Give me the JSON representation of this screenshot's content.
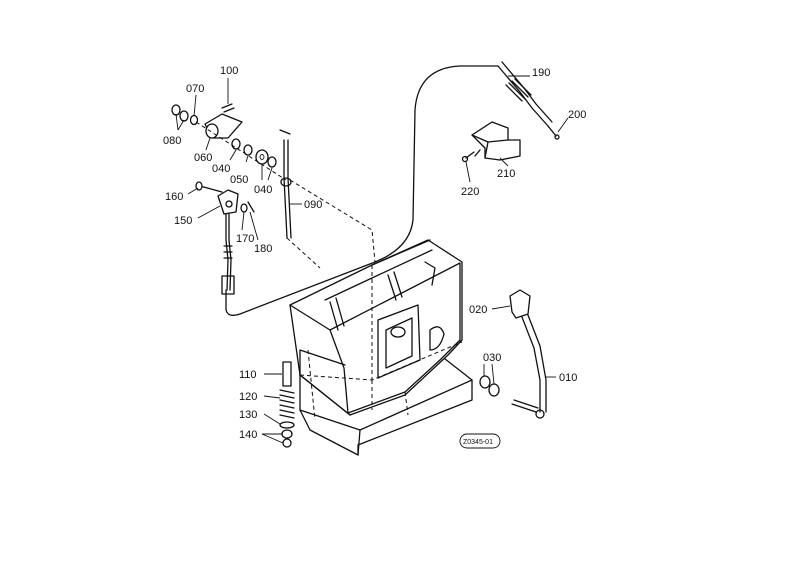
{
  "diagram": {
    "reference_code": "Z0345-01",
    "parts": [
      {
        "id": "p010",
        "label": "010"
      },
      {
        "id": "p020",
        "label": "020"
      },
      {
        "id": "p030",
        "label": "030"
      },
      {
        "id": "p040a",
        "label": "040"
      },
      {
        "id": "p040b",
        "label": "040"
      },
      {
        "id": "p050",
        "label": "050"
      },
      {
        "id": "p060",
        "label": "060"
      },
      {
        "id": "p070",
        "label": "070"
      },
      {
        "id": "p080",
        "label": "080"
      },
      {
        "id": "p090",
        "label": "090"
      },
      {
        "id": "p100",
        "label": "100"
      },
      {
        "id": "p110",
        "label": "110"
      },
      {
        "id": "p120",
        "label": "120"
      },
      {
        "id": "p130",
        "label": "130"
      },
      {
        "id": "p140",
        "label": "140"
      },
      {
        "id": "p150",
        "label": "150"
      },
      {
        "id": "p160",
        "label": "160"
      },
      {
        "id": "p170",
        "label": "170"
      },
      {
        "id": "p180",
        "label": "180"
      },
      {
        "id": "p190",
        "label": "190"
      },
      {
        "id": "p200",
        "label": "200"
      },
      {
        "id": "p210",
        "label": "210"
      },
      {
        "id": "p220",
        "label": "220"
      }
    ]
  }
}
